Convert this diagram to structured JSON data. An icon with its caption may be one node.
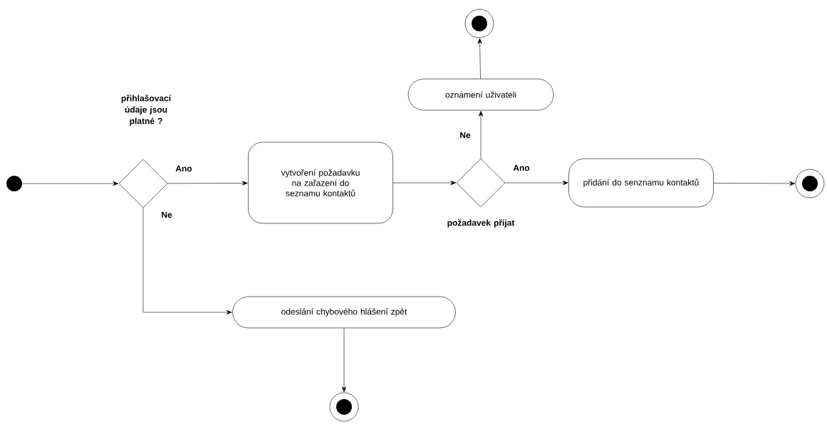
{
  "diagram": {
    "nodes": [
      {
        "text": [],
        "shape": "circle"
      },
      {
        "text": [
          "přihlašovací údaje jsou platné ?"
        ]
      },
      {
        "text": [
          "vytvoření požadavku na zařazení do seznamu kontaktů"
        ]
      },
      {
        "text": [
          "požadavek přijat"
        ]
      },
      {
        "text": [
          "oznámení uživateli"
        ]
      },
      {
        "text": [],
        "shape": "bullseye"
      },
      {
        "text": [
          "přidání do senznamu kontaktů"
        ]
      },
      {
        "text": [],
        "shape": "bullseye"
      },
      {
        "text": [
          "odeslání chybového hlášení zpět"
        ]
      },
      {
        "text": [],
        "shape": "bullseye"
      }
    ],
    "edges": [
      {
        "from": 0,
        "to": 1,
        "arrow": "to"
      },
      {
        "from": 1,
        "to": 2,
        "arrow": "to",
        "label": "Ano"
      },
      {
        "from": 1,
        "to": 8,
        "arrow": "to",
        "label": "Ne"
      },
      {
        "from": 2,
        "to": 3,
        "arrow": "to"
      },
      {
        "from": 3,
        "to": 4,
        "arrow": "to",
        "label": "Ne"
      },
      {
        "from": 4,
        "to": 5,
        "arrow": "to"
      },
      {
        "from": 3,
        "to": 6,
        "arrow": "to",
        "label": "Ano"
      },
      {
        "from": 6,
        "to": 7,
        "arrow": "to"
      },
      {
        "from": 8,
        "to": 9,
        "arrow": "to"
      }
    ]
  }
}
